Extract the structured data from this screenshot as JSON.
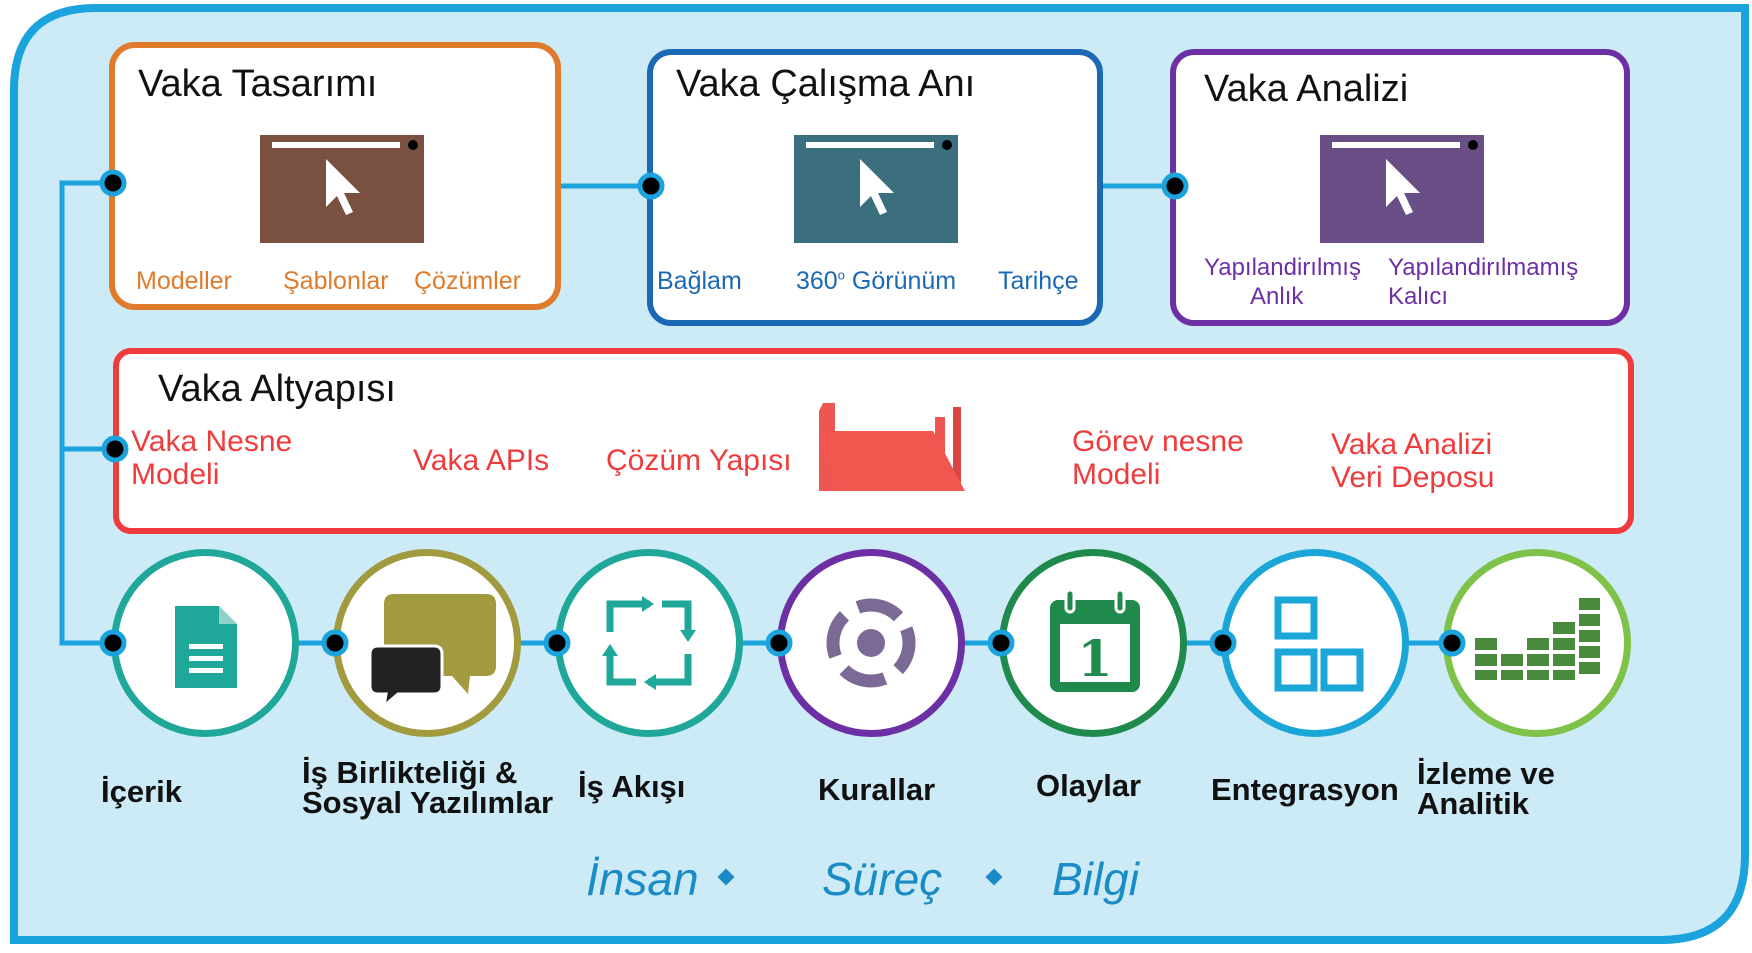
{
  "boxes": {
    "design": {
      "title": "Vaka Tasarımı",
      "items": [
        "Modeller",
        "Şablonlar",
        "Çözümler"
      ],
      "color": "#e07b2b",
      "icon_color": "#7a5140"
    },
    "runtime": {
      "title": "Vaka Çalışma Anı",
      "items": [
        "Bağlam",
        "360",
        "o",
        " Görünüm",
        "Tarihçe"
      ],
      "color": "#1b68b5",
      "icon_color": "#3b6f7e"
    },
    "analysis": {
      "title": "Vaka Analizi",
      "items": [
        "Yapılandirılmış",
        "Anlık",
        "Yapılandirılmamış",
        "Kalıcı"
      ],
      "color": "#6d2fa4",
      "icon_color": "#6a4f86"
    }
  },
  "infrastructure": {
    "title": "Vaka Altyapısı",
    "items": [
      "Vaka Nesne",
      "Modeli",
      "Vaka APIs",
      "Çözüm Yapısı",
      "Görev nesne",
      "Modeli",
      "Vaka Analizi",
      "Veri Deposu"
    ],
    "color": "#ef3b3b"
  },
  "capabilities": [
    {
      "label": "İçerik",
      "icon": "document-icon",
      "color": "#1fa79a"
    },
    {
      "label": "İş Birlikteliği & Sosyal Yazılımlar",
      "lines": [
        "İş Birlikteliği &",
        "Sosyal Yazılımlar"
      ],
      "icon": "chat-bubbles-icon",
      "color": "#a19a3e"
    },
    {
      "label": "İş Akışı",
      "icon": "workflow-arrows-icon",
      "color": "#1fa79a"
    },
    {
      "label": "Kurallar",
      "icon": "target-icon",
      "color": "#6d2fa4"
    },
    {
      "label": "Olaylar",
      "icon": "calendar-icon",
      "color": "#1f8a4c",
      "icon_text": "1"
    },
    {
      "label": "Entegrasyon",
      "icon": "squares-icon",
      "color": "#1ba6d8"
    },
    {
      "label": "İzleme ve Analitik",
      "lines": [
        "İzleme ve",
        "Analitik"
      ],
      "icon": "bar-chart-icon",
      "color": "#7fc24a"
    }
  ],
  "motto": [
    "İnsan",
    "Süreç",
    "Bilgi"
  ],
  "colors": {
    "frame": "#1aa3dc",
    "background": "#cdebf7",
    "connector": "#1aa3dc"
  }
}
